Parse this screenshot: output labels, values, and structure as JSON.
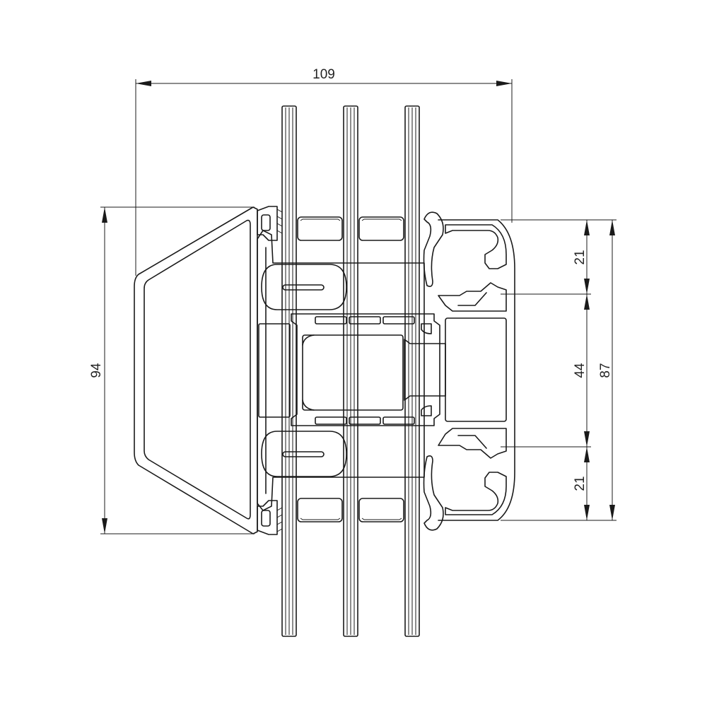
{
  "dimensions": {
    "overall_width": "109",
    "overall_height_left": "94",
    "top_segment": "21",
    "middle_segment": "44",
    "bottom_segment": "21",
    "overall_height_right": "87"
  },
  "colors": {
    "line": "#1a1a1a",
    "background": "#ffffff"
  }
}
